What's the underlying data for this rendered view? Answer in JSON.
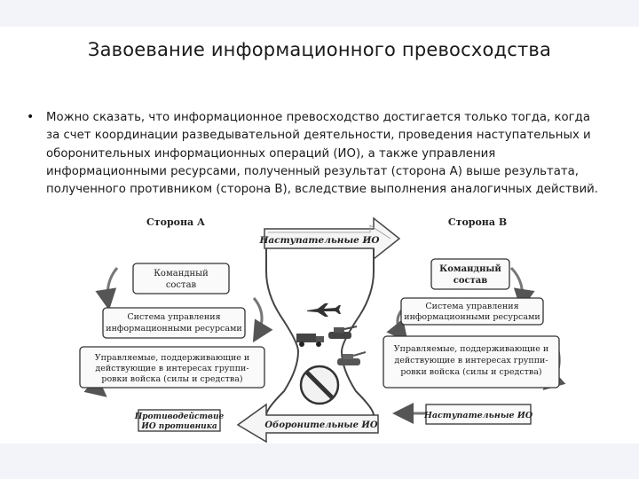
{
  "slide": {
    "title": "Завоевание информационного превосходства",
    "bullet": "Можно сказать, что информационное превосходство достигается только тогда, когда за счет координации разведывательной деятельности, проведения наступательных и оборонительных информационных операций (ИО), а также управления информационными ресурсами, полученный результат (сторона А) выше результата, полученного противником (сторона В), вследствие выполнения аналогичных действий."
  },
  "diagram": {
    "side_a": {
      "title": "Сторона А",
      "command": [
        "Командный",
        "состав"
      ],
      "info_system": [
        "Система управления",
        "информационными ресурсами"
      ],
      "forces": [
        "Управляемые, поддерживающие и",
        "действующие в интересах группи-",
        "ровки войска (силы и средства)"
      ],
      "counter": [
        "Противодействие",
        "ИО противника"
      ]
    },
    "side_b": {
      "title": "Сторона В",
      "command": [
        "Командный",
        "состав"
      ],
      "info_system": [
        "Система управления",
        "информационными ресурсами"
      ],
      "forces": [
        "Управляемые, поддерживающие и",
        "действующие в интересах группи-",
        "ровки войска (силы и средства)"
      ],
      "offensive": "Наступательные ИО"
    },
    "offensive_arrow": "Наступательные ИО",
    "defensive_arrow": "Оборонительные ИО",
    "icons": [
      "aircraft-icon",
      "tank-icon",
      "truck-icon",
      "prohibition-icon"
    ]
  }
}
